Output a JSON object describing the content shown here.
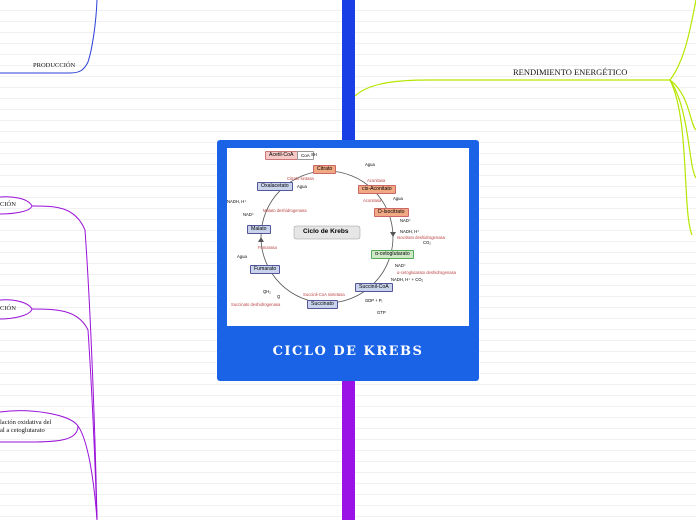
{
  "map": {
    "central_title": "CICLO DE KREBS",
    "branches": {
      "produccion": "PRODUCCIÓN",
      "rendimiento": "RENDIMIENTO  ENERGÉTICO",
      "left_1": "CIÓN",
      "left_2": "CIÓN",
      "left_3_line1": "lación oxidativa del",
      "left_3_line2": "al a cetoglutarato"
    },
    "colors": {
      "central_card": "#1a62e6",
      "trunk_top": "#1a3ee6",
      "trunk_bottom": "#9a12e6",
      "left_top_branch": "#2a40d8",
      "left_branches": "#9a12d8",
      "right_branch": "#b6e600"
    }
  },
  "krebs_image": {
    "center_label": "Ciclo de Krebs",
    "metabolites": [
      "Acetil-CoA",
      "Citrato",
      "cis-Aconitato",
      "D-Isocitrato",
      "α-cetoglutarato",
      "Succinil-CoA",
      "Succinato",
      "Fumarato",
      "Malato",
      "Oxalacetato"
    ],
    "enzymes": [
      "Citrato sintasa",
      "Aconitasa",
      "Aconitasa",
      "Isocitrato deshidrogenasa",
      "α-cetoglutarato deshidrogenasa",
      "Succinil-CoA sintetasa",
      "Succinato deshidrogenasa",
      "Fumarasa",
      "Malato deshidrogenasa"
    ],
    "small_labels": {
      "sh": "SH",
      "coa": "CoA",
      "agua1": "Agua",
      "agua2": "Agua",
      "agua3": "Agua",
      "agua4": "Agua",
      "nad1": "NAD⁺",
      "nadh1": "NADH, H⁺",
      "co2_1": "CO₂",
      "nad2": "NAD⁺",
      "nadh2": "NADH, H⁺ + CO₂",
      "gdp": "GDP + Pᵢ",
      "gtp": "GTP",
      "fadh": "QH₂",
      "q": "Q",
      "nad3": "NAD⁺",
      "nadh3": "NADH, H⁺"
    }
  }
}
